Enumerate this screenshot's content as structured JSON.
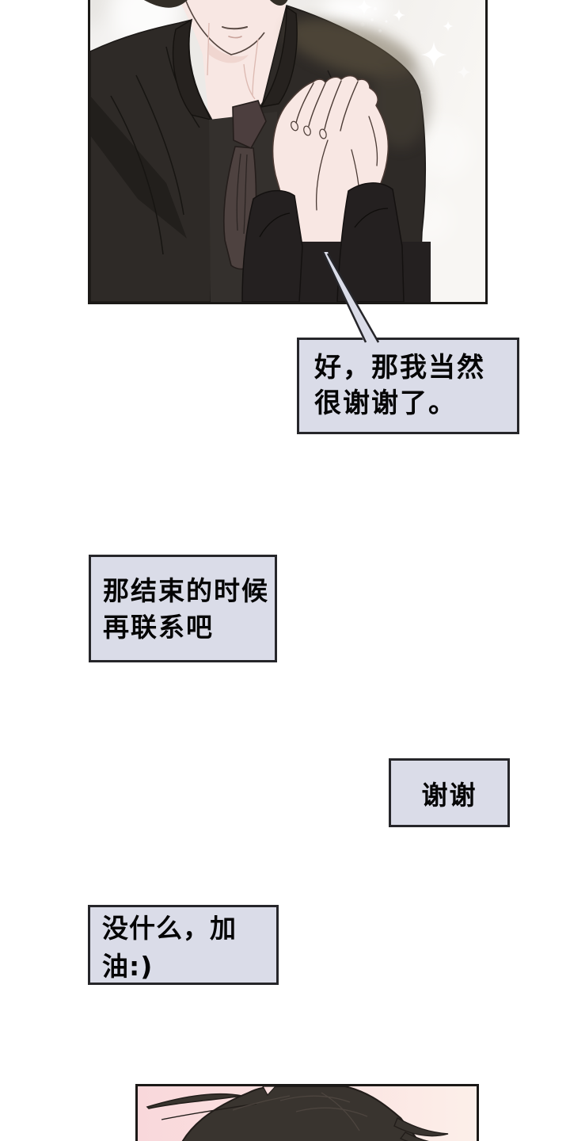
{
  "colors": {
    "page_bg": "#ffffff",
    "panel_border": "#1b1917",
    "bubble_fill": "#dadce8",
    "bubble_border": "#26262a",
    "bubble_text": "#050505",
    "suit_black": "#2e2a27",
    "suit_shadow": "#201d1b",
    "collar": "#26221f",
    "skin": "#f8e7e3",
    "tie": "#4e4240",
    "tie_knot": "#4c3e3e",
    "hair_dark": "#39342f",
    "panel1_bg_left": "#e8e6e3",
    "panel1_bg_right": "#f8f6f3",
    "panel2_bg_left": "#f9d8db",
    "panel2_bg_right": "#fcefe9"
  },
  "panels": [
    {
      "name": "man-in-black-suit-clasped-hands"
    },
    {
      "name": "top-of-dark-haired-head"
    }
  ],
  "bubbles": [
    {
      "lines": [
        "好，那我当然",
        "很谢谢了。"
      ]
    },
    {
      "lines": [
        "那结束的时候",
        "再联系吧"
      ]
    },
    {
      "lines": [
        "谢谢"
      ]
    },
    {
      "lines": [
        "没什么，加油:)"
      ]
    }
  ]
}
